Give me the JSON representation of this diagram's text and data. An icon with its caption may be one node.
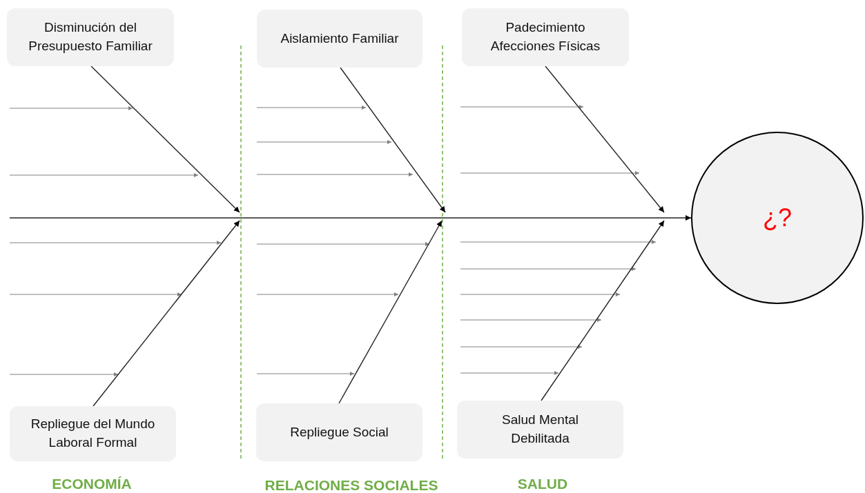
{
  "diagram": {
    "nodes": [
      {
        "text": [
          "Disminución del Presupuesto Familiar"
        ]
      },
      {
        "text": [
          "Aislamiento Familiar"
        ]
      },
      {
        "text": [
          "Padecimiento Afecciones Físicas"
        ]
      },
      {
        "text": [
          "Repliegue del Mundo Laboral Formal"
        ]
      },
      {
        "text": [
          "Repliegue Social"
        ]
      },
      {
        "text": [
          "Salud Mental Debilitada"
        ]
      },
      {
        "text": [
          "¿?"
        ]
      }
    ],
    "edges": [
      {
        "from": null,
        "to": 6,
        "arrow": "to"
      },
      {
        "from": 0,
        "to": null,
        "arrow": "to"
      },
      {
        "from": 1,
        "to": null,
        "arrow": "to"
      },
      {
        "from": 2,
        "to": null,
        "arrow": "to"
      },
      {
        "from": 3,
        "to": null,
        "arrow": "to"
      },
      {
        "from": 4,
        "to": null,
        "arrow": "to"
      },
      {
        "from": 5,
        "to": null,
        "arrow": "to"
      }
    ],
    "labels": [
      "ECONOMÍA",
      "RELACIONES SOCIALES",
      "SALUD"
    ]
  }
}
